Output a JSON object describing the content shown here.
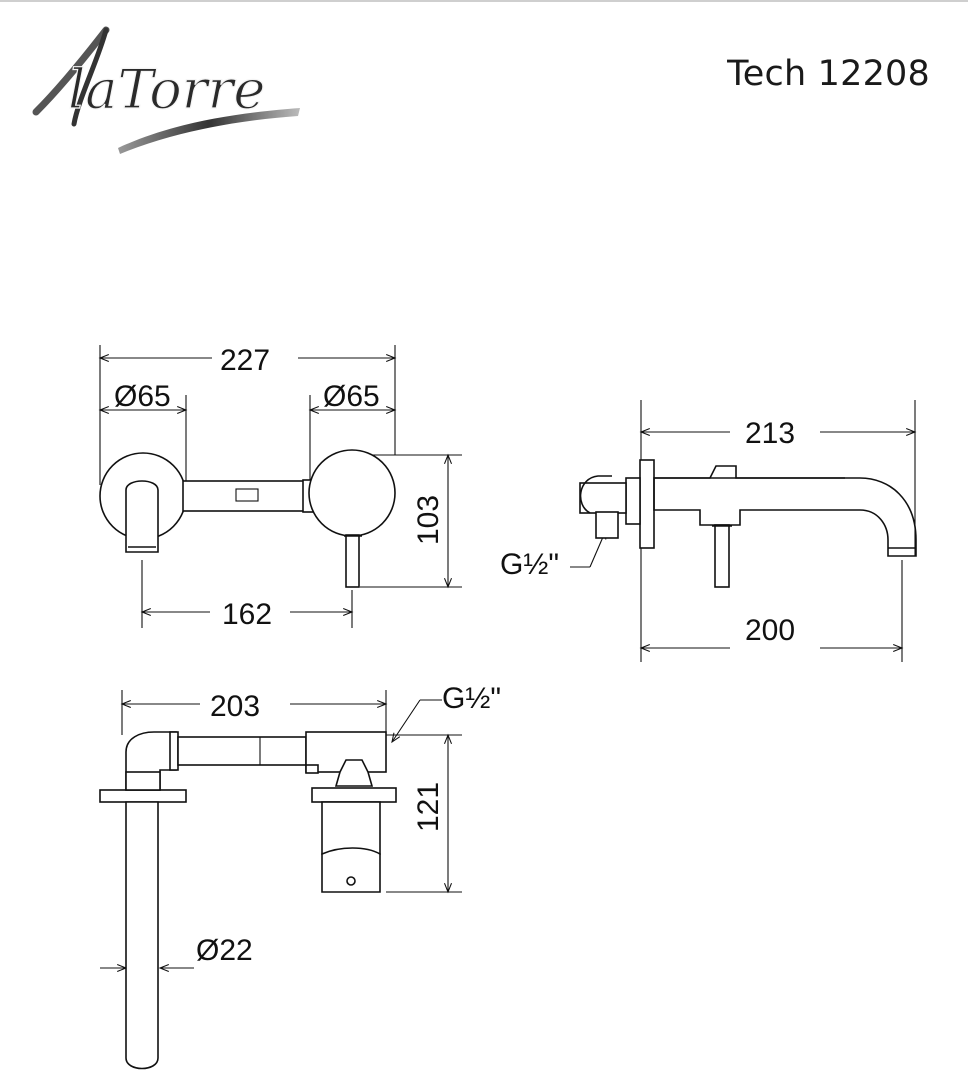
{
  "brand": {
    "logo_text": "laTorre"
  },
  "header": {
    "model": "Tech 12208"
  },
  "dimensions": {
    "front_total_width": "227",
    "front_left_diameter": "Ø65",
    "front_right_diameter": "Ø65",
    "front_height": "103",
    "front_spacing": "162",
    "side_length_top": "213",
    "side_thread": "G½\"",
    "side_length_bottom": "200",
    "top_length": "203",
    "top_thread": "G½\"",
    "top_depth": "121",
    "spout_diameter": "Ø22"
  }
}
